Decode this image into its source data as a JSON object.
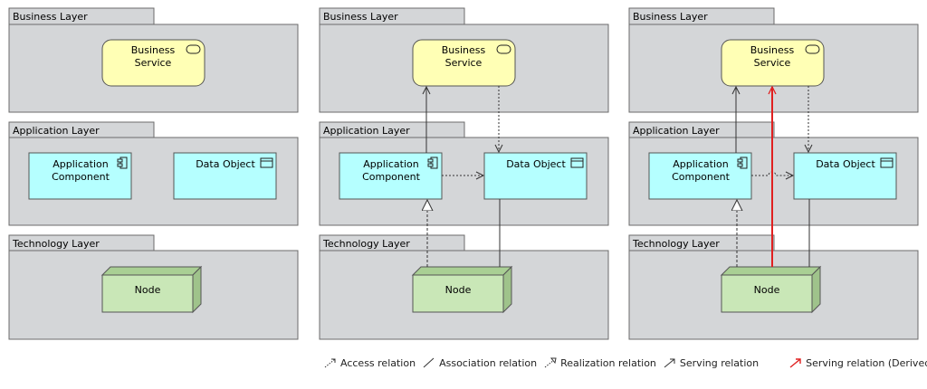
{
  "layers": {
    "business": "Business Layer",
    "application": "Application Layer",
    "technology": "Technology Layer"
  },
  "elements": {
    "business_service": [
      "Business",
      "Service"
    ],
    "application_component": [
      "Application",
      "Component"
    ],
    "data_object": "Data Object",
    "node": "Node"
  },
  "legend": {
    "access": "Access relation",
    "association": "Association relation",
    "realization": "Realization relation",
    "serving": "Serving relation",
    "serving_derived": "Serving relation (Derived)"
  },
  "colors": {
    "layer_fill": "#d4d6d8",
    "business_fill": "#ffffb5",
    "application_fill": "#b5ffff",
    "technology_fill": "#c9e7b7",
    "derived": "#e02020"
  }
}
